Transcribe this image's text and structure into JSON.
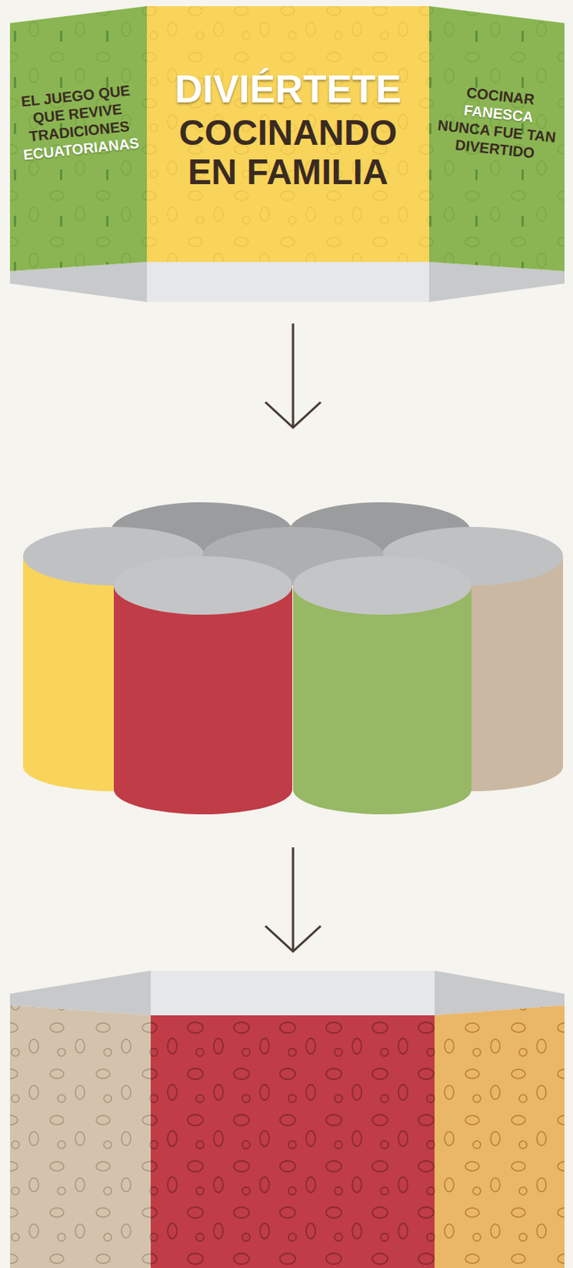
{
  "diagram": {
    "nodes": [
      {
        "text": [
          "EL JUEGO QUE QUE REVIVE TRADICIONES",
          "ECUATORIANAS"
        ]
      },
      {
        "text": [
          "DIVIÉRTETE",
          "COCINANDO EN FAMILIA"
        ]
      },
      {
        "text": [
          "COCINAR",
          "FANESCA",
          "NUNCA FUE TAN DIVERTIDO"
        ]
      }
    ]
  }
}
